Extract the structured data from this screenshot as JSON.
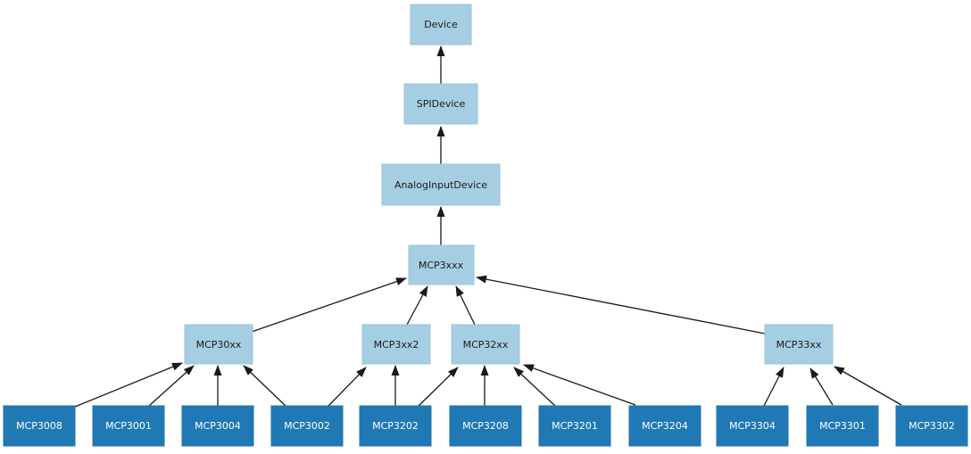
{
  "diagram": {
    "kind": "class-inheritance-diagram",
    "background": "#ffffff",
    "edge_color": "#1a1a1a",
    "colors": {
      "base_fill": "#a6cee3",
      "base_text": "#1a1a1a",
      "leaf_fill": "#2079b4",
      "leaf_text": "#ffffff"
    },
    "nodes": {
      "device": {
        "label": "Device"
      },
      "spidevice": {
        "label": "SPIDevice"
      },
      "analoginputdevice": {
        "label": "AnalogInputDevice"
      },
      "mcp3xxx": {
        "label": "MCP3xxx"
      },
      "mcp30xx": {
        "label": "MCP30xx"
      },
      "mcp3xx2": {
        "label": "MCP3xx2"
      },
      "mcp32xx": {
        "label": "MCP32xx"
      },
      "mcp33xx": {
        "label": "MCP33xx"
      },
      "mcp3008": {
        "label": "MCP3008"
      },
      "mcp3001": {
        "label": "MCP3001"
      },
      "mcp3004": {
        "label": "MCP3004"
      },
      "mcp3002": {
        "label": "MCP3002"
      },
      "mcp3202": {
        "label": "MCP3202"
      },
      "mcp3208": {
        "label": "MCP3208"
      },
      "mcp3201": {
        "label": "MCP3201"
      },
      "mcp3204": {
        "label": "MCP3204"
      },
      "mcp3304": {
        "label": "MCP3304"
      },
      "mcp3301": {
        "label": "MCP3301"
      },
      "mcp3302": {
        "label": "MCP3302"
      }
    },
    "edges": [
      {
        "child": "SPIDevice",
        "parent": "Device"
      },
      {
        "child": "AnalogInputDevice",
        "parent": "SPIDevice"
      },
      {
        "child": "MCP3xxx",
        "parent": "AnalogInputDevice"
      },
      {
        "child": "MCP30xx",
        "parent": "MCP3xxx"
      },
      {
        "child": "MCP3xx2",
        "parent": "MCP3xxx"
      },
      {
        "child": "MCP32xx",
        "parent": "MCP3xxx"
      },
      {
        "child": "MCP33xx",
        "parent": "MCP3xxx"
      },
      {
        "child": "MCP3008",
        "parent": "MCP30xx"
      },
      {
        "child": "MCP3001",
        "parent": "MCP30xx"
      },
      {
        "child": "MCP3004",
        "parent": "MCP30xx"
      },
      {
        "child": "MCP3002",
        "parent": "MCP30xx"
      },
      {
        "child": "MCP3002",
        "parent": "MCP3xx2"
      },
      {
        "child": "MCP3202",
        "parent": "MCP3xx2"
      },
      {
        "child": "MCP3202",
        "parent": "MCP32xx"
      },
      {
        "child": "MCP3208",
        "parent": "MCP32xx"
      },
      {
        "child": "MCP3201",
        "parent": "MCP32xx"
      },
      {
        "child": "MCP3204",
        "parent": "MCP32xx"
      },
      {
        "child": "MCP3304",
        "parent": "MCP33xx"
      },
      {
        "child": "MCP3301",
        "parent": "MCP33xx"
      },
      {
        "child": "MCP3302",
        "parent": "MCP33xx"
      }
    ]
  }
}
